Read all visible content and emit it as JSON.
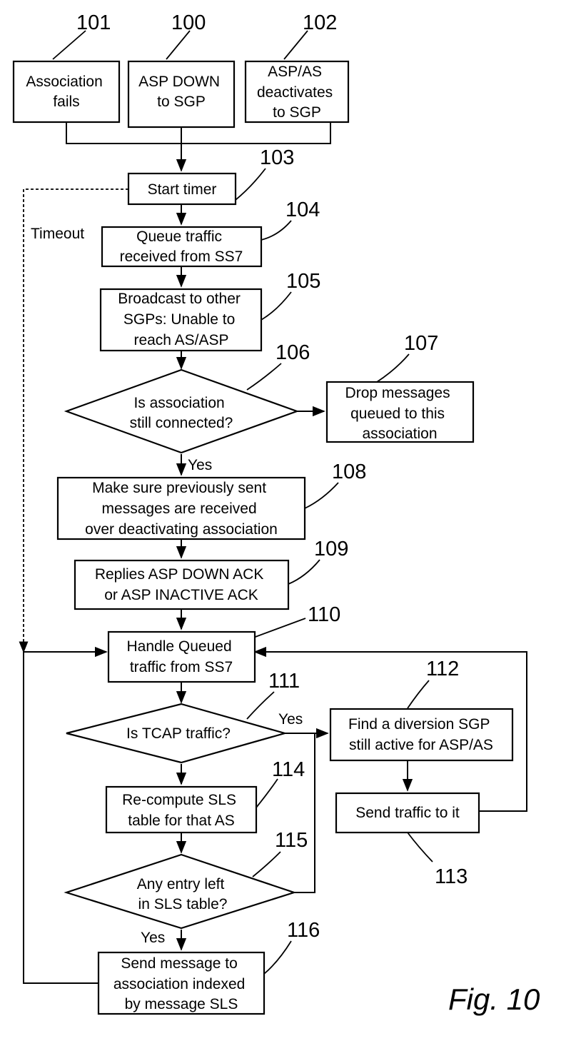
{
  "nodes": {
    "n101": {
      "ref": "101",
      "lines": [
        "Association",
        "fails"
      ]
    },
    "n100": {
      "ref": "100",
      "lines": [
        "ASP DOWN",
        "to SGP"
      ]
    },
    "n102": {
      "ref": "102",
      "lines": [
        "ASP/AS",
        "deactivates",
        "to SGP"
      ]
    },
    "n103": {
      "ref": "103",
      "lines": [
        "Start timer"
      ]
    },
    "n104": {
      "ref": "104",
      "lines": [
        "Queue traffic",
        "received from SS7"
      ]
    },
    "n105": {
      "ref": "105",
      "lines": [
        "Broadcast to other",
        "SGPs: Unable to",
        "reach AS/ASP"
      ]
    },
    "n106": {
      "ref": "106",
      "lines": [
        "Is association",
        "still connected?"
      ]
    },
    "n107": {
      "ref": "107",
      "lines": [
        "Drop messages",
        "queued to this",
        "association"
      ]
    },
    "n108": {
      "ref": "108",
      "lines": [
        "Make sure previously sent",
        "messages are received",
        "over deactivating association"
      ]
    },
    "n109": {
      "ref": "109",
      "lines": [
        "Replies ASP DOWN ACK",
        "or ASP INACTIVE ACK"
      ]
    },
    "n110": {
      "ref": "110",
      "lines": [
        "Handle Queued",
        "traffic from SS7"
      ]
    },
    "n111": {
      "ref": "111",
      "lines": [
        "Is TCAP traffic?"
      ]
    },
    "n112": {
      "ref": "112",
      "lines": [
        "Find a diversion SGP",
        "still active for ASP/AS"
      ]
    },
    "n113": {
      "ref": "113",
      "lines": [
        "Send traffic to it"
      ]
    },
    "n114": {
      "ref": "114",
      "lines": [
        "Re-compute SLS",
        "table for that AS"
      ]
    },
    "n115": {
      "ref": "115",
      "lines": [
        "Any entry left",
        "in SLS table?"
      ]
    },
    "n116": {
      "ref": "116",
      "lines": [
        "Send message to",
        "association indexed",
        "by message SLS"
      ]
    }
  },
  "edge_labels": {
    "timeout": "Timeout",
    "yes_106": "Yes",
    "yes_111": "Yes",
    "yes_115": "Yes"
  },
  "figure_label": "Fig. 10"
}
